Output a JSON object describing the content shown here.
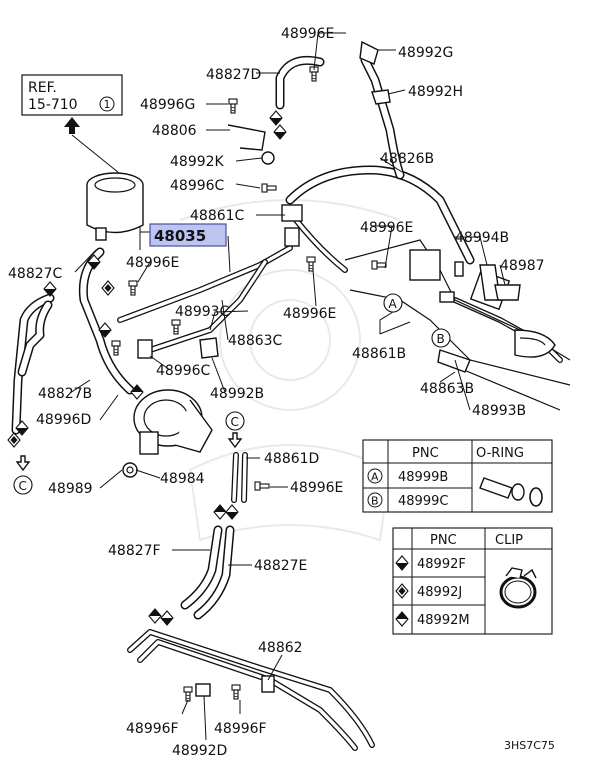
{
  "reference": {
    "label": "REF.",
    "number": "15-710",
    "circle": "1"
  },
  "highlighted_part": "48035",
  "part_labels": [
    {
      "id": "48996E-top",
      "text": "48996E"
    },
    {
      "id": "48992G",
      "text": "48992G"
    },
    {
      "id": "48827D",
      "text": "48827D"
    },
    {
      "id": "48992H",
      "text": "48992H"
    },
    {
      "id": "48996G",
      "text": "48996G"
    },
    {
      "id": "48806",
      "text": "48806"
    },
    {
      "id": "48826B",
      "text": "48826B"
    },
    {
      "id": "48992K",
      "text": "48992K"
    },
    {
      "id": "48996C-top",
      "text": "48996C"
    },
    {
      "id": "48861C",
      "text": "48861C"
    },
    {
      "id": "48996E-mid",
      "text": "48996E"
    },
    {
      "id": "48994B",
      "text": "48994B"
    },
    {
      "id": "48827C",
      "text": "48827C"
    },
    {
      "id": "48996E-left",
      "text": "48996E"
    },
    {
      "id": "48987",
      "text": "48987"
    },
    {
      "id": "48993C",
      "text": "48993C"
    },
    {
      "id": "48996E-center",
      "text": "48996E"
    },
    {
      "id": "48863C",
      "text": "48863C"
    },
    {
      "id": "48861B",
      "text": "48861B"
    },
    {
      "id": "48996C-low",
      "text": "48996C"
    },
    {
      "id": "48827B",
      "text": "48827B"
    },
    {
      "id": "48863B",
      "text": "48863B"
    },
    {
      "id": "48992B",
      "text": "48992B"
    },
    {
      "id": "48993B",
      "text": "48993B"
    },
    {
      "id": "48996D",
      "text": "48996D"
    },
    {
      "id": "48861D",
      "text": "48861D"
    },
    {
      "id": "48984",
      "text": "48984"
    },
    {
      "id": "48989",
      "text": "48989"
    },
    {
      "id": "48996E-right",
      "text": "48996E"
    },
    {
      "id": "48827F",
      "text": "48827F"
    },
    {
      "id": "48827E",
      "text": "48827E"
    },
    {
      "id": "48862",
      "text": "48862"
    },
    {
      "id": "48996F-left",
      "text": "48996F"
    },
    {
      "id": "48996F-right",
      "text": "48996F"
    },
    {
      "id": "48992D",
      "text": "48992D"
    }
  ],
  "callouts": {
    "A": "A",
    "B": "B",
    "C_left": "C",
    "C_mid": "C"
  },
  "oring_table": {
    "headers": [
      "PNC",
      "O-RING"
    ],
    "rows": [
      {
        "key": "A",
        "pnc": "48999B"
      },
      {
        "key": "B",
        "pnc": "48999C"
      }
    ]
  },
  "clip_table": {
    "headers": [
      "PNC",
      "CLIP"
    ],
    "rows": [
      {
        "symbol": "diamond-lower-black",
        "pnc": "48992F"
      },
      {
        "symbol": "diamond-inner-black",
        "pnc": "48992J"
      },
      {
        "symbol": "diamond-upper-black",
        "pnc": "48992M"
      }
    ]
  },
  "drawing_code": "3HS7C75"
}
